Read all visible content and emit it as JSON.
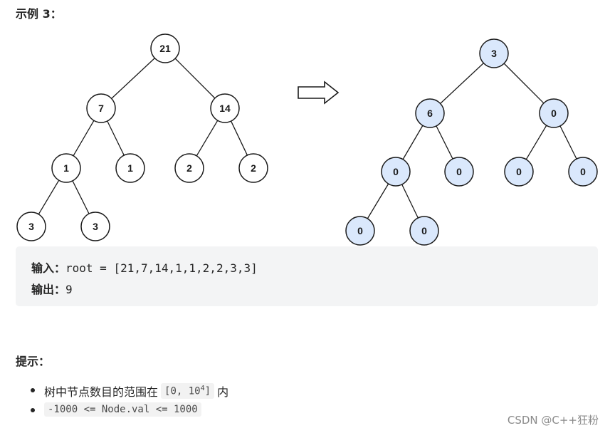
{
  "example_title": "示例 3：",
  "tree_before": {
    "nodes": [
      {
        "id": "a",
        "value": "21"
      },
      {
        "id": "b",
        "value": "7"
      },
      {
        "id": "c",
        "value": "14"
      },
      {
        "id": "d",
        "value": "1"
      },
      {
        "id": "e",
        "value": "1"
      },
      {
        "id": "f",
        "value": "2"
      },
      {
        "id": "g",
        "value": "2"
      },
      {
        "id": "h",
        "value": "3"
      },
      {
        "id": "i",
        "value": "3"
      }
    ],
    "edges": [
      [
        "a",
        "b"
      ],
      [
        "a",
        "c"
      ],
      [
        "b",
        "d"
      ],
      [
        "b",
        "e"
      ],
      [
        "c",
        "f"
      ],
      [
        "c",
        "g"
      ],
      [
        "d",
        "h"
      ],
      [
        "d",
        "i"
      ]
    ],
    "fill": "#ffffff"
  },
  "tree_after": {
    "nodes": [
      {
        "id": "a",
        "value": "3"
      },
      {
        "id": "b",
        "value": "6"
      },
      {
        "id": "c",
        "value": "0"
      },
      {
        "id": "d",
        "value": "0"
      },
      {
        "id": "e",
        "value": "0"
      },
      {
        "id": "f",
        "value": "0"
      },
      {
        "id": "g",
        "value": "0"
      },
      {
        "id": "h",
        "value": "0"
      },
      {
        "id": "i",
        "value": "0"
      }
    ],
    "edges": [
      [
        "a",
        "b"
      ],
      [
        "a",
        "c"
      ],
      [
        "b",
        "d"
      ],
      [
        "b",
        "e"
      ],
      [
        "c",
        "f"
      ],
      [
        "c",
        "g"
      ],
      [
        "d",
        "h"
      ],
      [
        "d",
        "i"
      ]
    ],
    "fill": "#dae8fc"
  },
  "example": {
    "input_label": "输入：",
    "input_value": "root = [21,7,14,1,1,2,2,3,3]",
    "output_label": "输出：",
    "output_value": "9"
  },
  "hints_title": "提示：",
  "hints": {
    "item1_text": "树中节点数目的范围在",
    "item1_code_base": "[0, 10",
    "item1_code_exp": "4",
    "item1_code_end": "]",
    "item1_suffix": "内",
    "item2_code": "-1000 <= Node.val <= 1000"
  },
  "watermark": "CSDN @C++狂粉"
}
